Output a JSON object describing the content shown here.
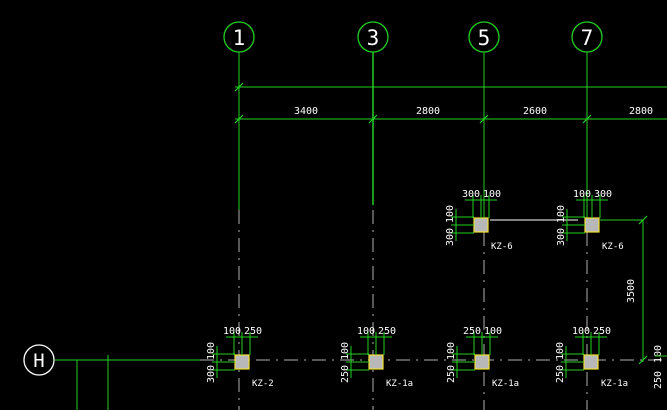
{
  "colors": {
    "background": "#000000",
    "green": "#22d022",
    "text": "#ffffff",
    "column_stroke": "#f0e030",
    "column_fill": "#b8b8b8",
    "axis_gray": "#b0b0b0"
  },
  "axes": {
    "vertical": [
      "1",
      "3",
      "5",
      "7"
    ],
    "horizontal": [
      "H"
    ]
  },
  "spans": [
    "3400",
    "2800",
    "2600",
    "2800"
  ],
  "vertical_span": "3500",
  "columns_top": [
    {
      "top_dims": [
        "300",
        "100"
      ],
      "side_dims": [
        "300",
        "100"
      ],
      "label": "KZ-6"
    },
    {
      "top_dims": [
        "100",
        "300"
      ],
      "side_dims": [
        "300",
        "100"
      ],
      "label": "KZ-6"
    }
  ],
  "columns_bottom": [
    {
      "top_dims": [
        "100",
        "250"
      ],
      "side_dims": [
        "300",
        "100"
      ],
      "label": "KZ-2"
    },
    {
      "top_dims": [
        "100",
        "250"
      ],
      "side_dims": [
        "250",
        "100"
      ],
      "label": "KZ-1a"
    },
    {
      "top_dims": [
        "250",
        "100"
      ],
      "side_dims": [
        "250",
        "100"
      ],
      "label": "KZ-1a"
    },
    {
      "top_dims": [
        "100",
        "250"
      ],
      "side_dims": [
        "250",
        "100"
      ],
      "label": "KZ-1a"
    }
  ],
  "partial_right_dims": [
    "250",
    "100"
  ]
}
